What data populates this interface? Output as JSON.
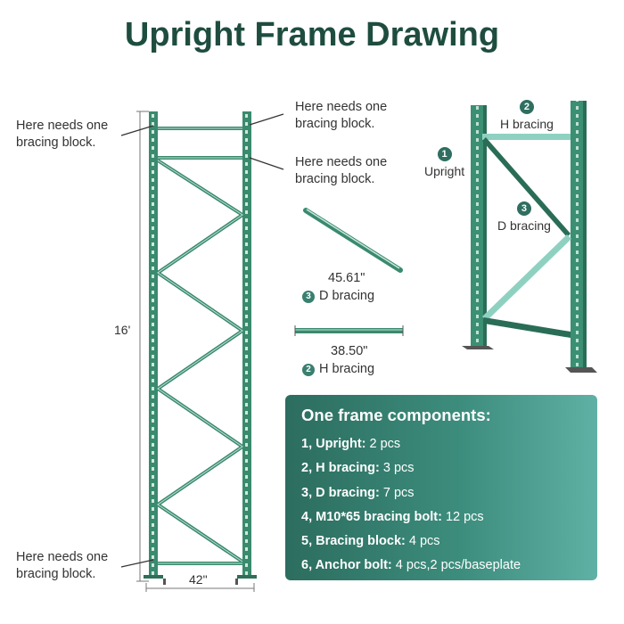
{
  "title": "Upright Frame Drawing",
  "notes": {
    "top_left": [
      "Here needs one",
      "bracing block."
    ],
    "top_right_1": [
      "Here needs one",
      "bracing block."
    ],
    "top_right_2": [
      "Here needs one",
      "bracing block."
    ],
    "bottom_left": [
      "Here needs one",
      "bracing block."
    ]
  },
  "dimensions": {
    "height": "16'",
    "width": "42\""
  },
  "parts": {
    "d_bracing": {
      "number": "3",
      "length": "45.61\"",
      "label": "D bracing"
    },
    "h_bracing": {
      "number": "2",
      "length": "38.50\"",
      "label": "H bracing"
    }
  },
  "picture_labels": {
    "h_bracing": {
      "number": "2",
      "label": "H bracing"
    },
    "upright": {
      "number": "1",
      "label": "Upright"
    },
    "d_bracing": {
      "number": "3",
      "label": "D bracing"
    }
  },
  "components": {
    "title": "One frame components:",
    "items": [
      {
        "name": "1, Upright:",
        "qty": " 2 pcs"
      },
      {
        "name": "2, H bracing:",
        "qty": " 3 pcs"
      },
      {
        "name": "3, D bracing:",
        "qty": " 7 pcs"
      },
      {
        "name": "4, M10*65 bracing bolt:",
        "qty": " 12 pcs"
      },
      {
        "name": "5, Bracing block:",
        "qty": " 4 pcs"
      },
      {
        "name": "6, Anchor bolt:",
        "qty": " 4 pcs,2 pcs/baseplate"
      }
    ]
  },
  "colors": {
    "frame_green": "#3a8a6e",
    "frame_dark": "#1f5c49",
    "title_color": "#1e4d3f",
    "panel_start": "#2c6d5f",
    "panel_end": "#5fb1a5"
  }
}
